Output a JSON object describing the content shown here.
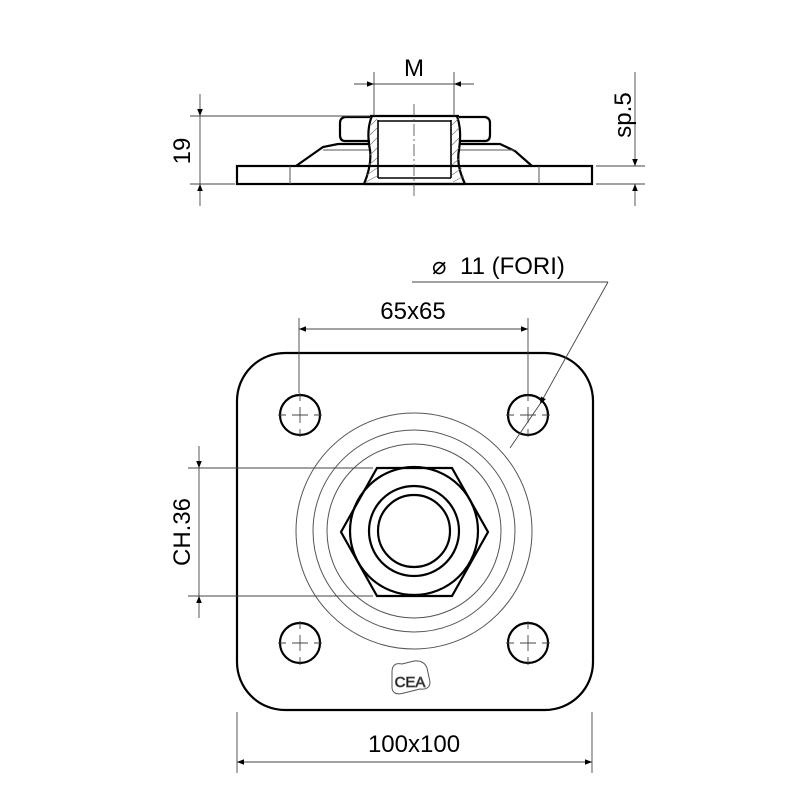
{
  "drawing": {
    "title": "Square base plate with hex nut - technical drawing",
    "side_view": {
      "thread_label": "M",
      "height_label": "19",
      "thickness_label": "sp.5"
    },
    "top_view": {
      "hole_label_symbol": "⌀",
      "hole_label": "11 (FORI)",
      "hole_spacing_label": "65x65",
      "hex_size_label": "CH.36",
      "plate_size_label": "100x100",
      "logo": "CEA"
    }
  },
  "colors": {
    "line": "#000000",
    "thin_line": "#555555",
    "background": "#ffffff"
  }
}
